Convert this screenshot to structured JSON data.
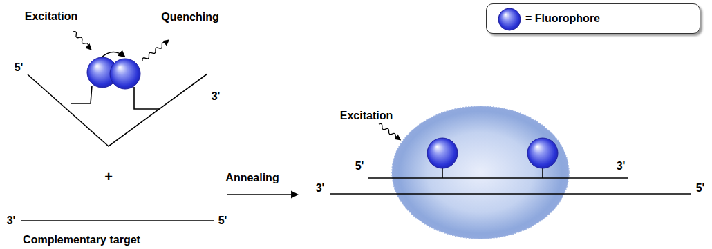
{
  "diagram": {
    "labels": [
      "Excitation",
      "Quenching",
      "5'",
      "3'",
      "Annealing",
      "+",
      "3'",
      "5'",
      "Complementary target",
      "Excitation",
      "5'",
      "3'",
      "3'",
      "5'"
    ],
    "legend": [
      {
        "text": "= Fluorophore"
      }
    ]
  }
}
